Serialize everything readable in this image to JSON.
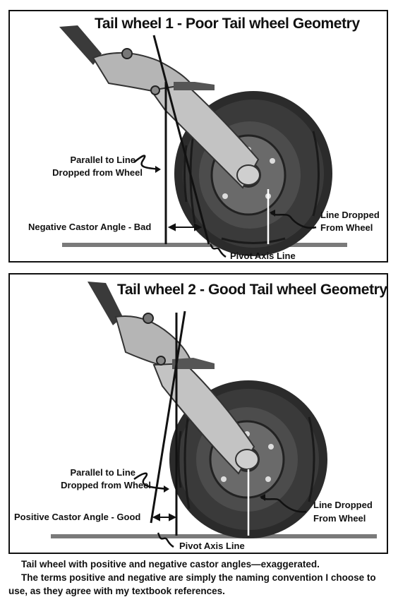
{
  "panel1": {
    "title": "Tail wheel 1 - Poor Tail wheel Geometry",
    "label_parallel_line1": "Parallel to Line",
    "label_parallel_line2": "Dropped from Wheel",
    "label_castor": "Negative Castor Angle - Bad",
    "label_dropped_line1": "Line Dropped",
    "label_dropped_line2": "From Wheel",
    "label_pivot": "Pivot Axis Line"
  },
  "panel2": {
    "title": "Tail wheel 2 - Good Tail wheel Geometry",
    "label_parallel_line1": "Parallel to Line",
    "label_parallel_line2": "Dropped from Wheel",
    "label_castor": "Positive Castor Angle - Good",
    "label_dropped_line1": "Line Dropped",
    "label_dropped_line2": "From Wheel",
    "label_pivot": "Pivot Axis Line"
  },
  "caption": {
    "line1": "Tail wheel with positive and negative castor angles—exaggerated.",
    "line2": "The terms positive and negative are simply the naming convention I choose to use, as they agree with my textbook references."
  },
  "colors": {
    "ground": "#7a7a7a",
    "tire": "#2b2b2b",
    "hub": "#5a5a5a",
    "metal": "#b9b9b9",
    "ink": "#111111"
  }
}
